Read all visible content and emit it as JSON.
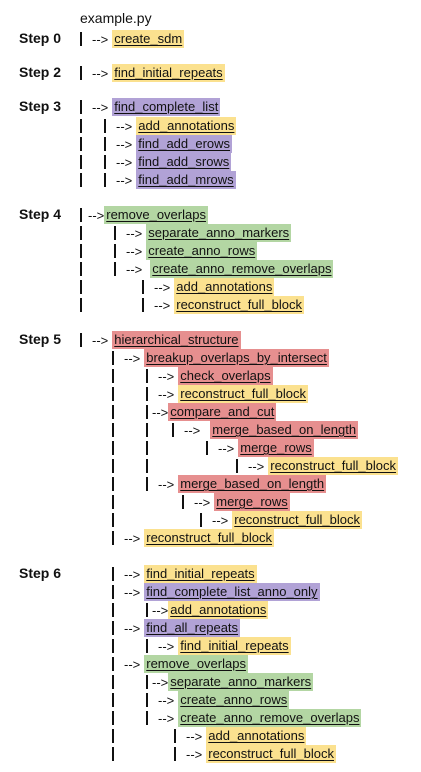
{
  "title": "example.py",
  "colors": {
    "yellow": "#fbe18f",
    "purple": "#b1a2d6",
    "green": "#b3d6a3",
    "red": "#e68f8f"
  },
  "steps": [
    {
      "label": "Step 0"
    },
    {
      "label": "Step 2"
    },
    {
      "label": "Step 3"
    },
    {
      "label": "Step 4"
    },
    {
      "label": "Step 5"
    },
    {
      "label": "Step 6"
    }
  ],
  "arrow": "-->",
  "rows": [
    {
      "fn": "create_sdm",
      "color": "yellow"
    },
    {
      "fn": "find_initial_repeats",
      "color": "yellow"
    },
    {
      "fn": "find_complete_list",
      "color": "purple"
    },
    {
      "fn": "add_annotations",
      "color": "yellow"
    },
    {
      "fn": "find_add_erows",
      "color": "purple"
    },
    {
      "fn": "find_add_srows",
      "color": "purple"
    },
    {
      "fn": "find_add_mrows",
      "color": "purple"
    },
    {
      "fn": "remove_overlaps",
      "color": "green"
    },
    {
      "fn": "separate_anno_markers",
      "color": "green"
    },
    {
      "fn": "create_anno_rows",
      "color": "green"
    },
    {
      "fn": "create_anno_remove_overlaps",
      "color": "green"
    },
    {
      "fn": "add_annotations",
      "color": "yellow"
    },
    {
      "fn": "reconstruct_full_block",
      "color": "yellow"
    },
    {
      "fn": "hierarchical_structure",
      "color": "red"
    },
    {
      "fn": "breakup_overlaps_by_intersect",
      "color": "red"
    },
    {
      "fn": "check_overlaps",
      "color": "red"
    },
    {
      "fn": "reconstruct_full_block",
      "color": "yellow"
    },
    {
      "fn": "compare_and_cut",
      "color": "red"
    },
    {
      "fn": "merge_based_on_length",
      "color": "red"
    },
    {
      "fn": "merge_rows",
      "color": "red"
    },
    {
      "fn": "reconstruct_full_block",
      "color": "yellow"
    },
    {
      "fn": "merge_based_on_length",
      "color": "red"
    },
    {
      "fn": "merge_rows",
      "color": "red"
    },
    {
      "fn": "reconstruct_full_block",
      "color": "yellow"
    },
    {
      "fn": "reconstruct_full_block",
      "color": "yellow"
    },
    {
      "fn": "find_initial_repeats",
      "color": "yellow"
    },
    {
      "fn": "find_complete_list_anno_only",
      "color": "purple"
    },
    {
      "fn": "add_annotations",
      "color": "yellow"
    },
    {
      "fn": "find_all_repeats",
      "color": "purple"
    },
    {
      "fn": "find_initial_repeats",
      "color": "yellow"
    },
    {
      "fn": "remove_overlaps",
      "color": "green"
    },
    {
      "fn": "separate_anno_markers",
      "color": "green"
    },
    {
      "fn": "create_anno_rows",
      "color": "green"
    },
    {
      "fn": "create_anno_remove_overlaps",
      "color": "green"
    },
    {
      "fn": "add_annotations",
      "color": "yellow"
    },
    {
      "fn": "reconstruct_full_block",
      "color": "yellow"
    }
  ]
}
